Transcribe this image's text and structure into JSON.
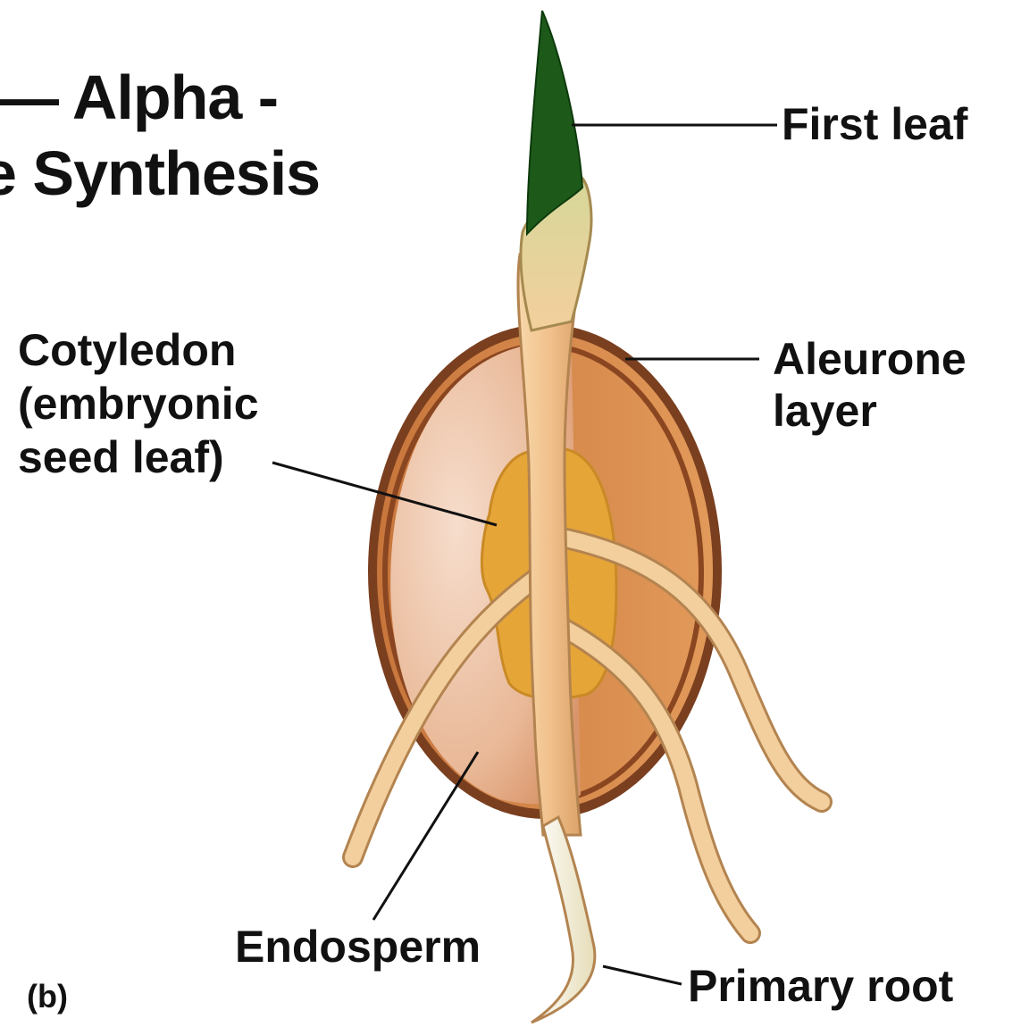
{
  "title": {
    "line1": "— Alpha -",
    "line2": "e Synthesis"
  },
  "labels": {
    "first_leaf": "First leaf",
    "aleurone_line1": "Aleurone",
    "aleurone_line2": "layer",
    "cotyledon_line1": "Cotyledon",
    "cotyledon_line2": "(embryonic",
    "cotyledon_line3": "seed leaf)",
    "endosperm": "Endosperm",
    "primary_root": "Primary root",
    "panel": "(b)"
  },
  "colors": {
    "seed_coat": "#7a3f1f",
    "aleurone": "#d98a4b",
    "endosperm": "#e8b89a",
    "cotyledon": "#e8a83a",
    "shoot": "#f4c997",
    "first_leaf": "#1d5a1a",
    "coleoptile": "#d8d49a",
    "primary_root": "#f3ecd8"
  }
}
